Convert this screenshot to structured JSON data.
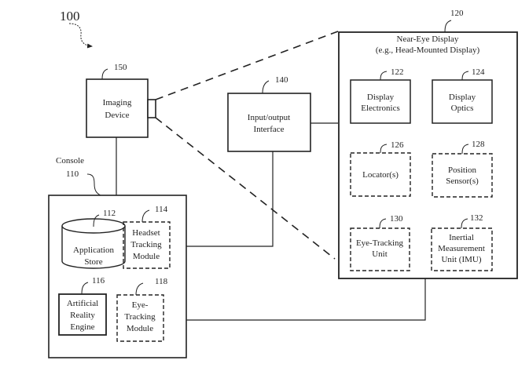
{
  "figure": {
    "ref": "100"
  },
  "imaging_device": {
    "ref": "150",
    "lines": [
      "Imaging",
      "Device"
    ]
  },
  "console": {
    "title": "Console",
    "ref": "110",
    "components": {
      "application_store": {
        "ref": "112",
        "lines": [
          "Application",
          "Store"
        ],
        "style": "cylinder"
      },
      "headset_tracking": {
        "ref": "114",
        "lines": [
          "Headset",
          "Tracking",
          "Module"
        ],
        "style": "dashed"
      },
      "ar_engine": {
        "ref": "116",
        "lines": [
          "Artificial",
          "Reality",
          "Engine"
        ],
        "style": "solid"
      },
      "eye_tracking_module": {
        "ref": "118",
        "lines": [
          "Eye-",
          "Tracking",
          "Module"
        ],
        "style": "dashed"
      }
    }
  },
  "io_interface": {
    "ref": "140",
    "lines": [
      "Input/output",
      "Interface"
    ]
  },
  "near_eye_display": {
    "ref": "120",
    "lines": [
      "Near-Eye Display",
      "(e.g., Head-Mounted Display)"
    ],
    "components": {
      "display_electronics": {
        "ref": "122",
        "lines": [
          "Display",
          "Electronics"
        ],
        "style": "solid"
      },
      "display_optics": {
        "ref": "124",
        "lines": [
          "Display",
          "Optics"
        ],
        "style": "solid"
      },
      "locators": {
        "ref": "126",
        "lines": [
          "Locator(s)"
        ],
        "style": "dashed"
      },
      "position_sensors": {
        "ref": "128",
        "lines": [
          "Position",
          "Sensor(s)"
        ],
        "style": "dashed"
      },
      "eye_tracking_unit": {
        "ref": "130",
        "lines": [
          "Eye-Tracking",
          "Unit"
        ],
        "style": "dashed"
      },
      "imu": {
        "ref": "132",
        "lines": [
          "Inertial",
          "Measurement",
          "Unit (IMU)"
        ],
        "style": "dashed"
      }
    }
  },
  "colors": {
    "line": "#222222",
    "background": "#ffffff"
  }
}
